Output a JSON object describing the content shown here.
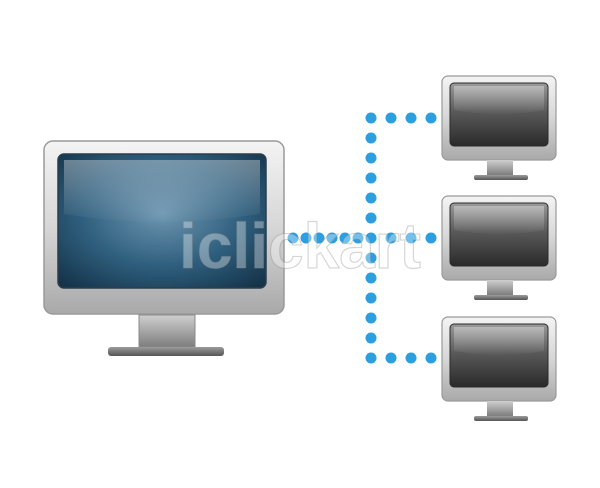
{
  "diagram": {
    "nodes": [
      {
        "id": "main-monitor",
        "type": "monitor",
        "role": "host"
      },
      {
        "id": "client-monitor-1",
        "type": "monitor",
        "role": "client"
      },
      {
        "id": "client-monitor-2",
        "type": "monitor",
        "role": "client"
      },
      {
        "id": "client-monitor-3",
        "type": "monitor",
        "role": "client"
      }
    ],
    "edges": [
      {
        "from": "main-monitor",
        "to": "client-monitor-1",
        "style": "dotted"
      },
      {
        "from": "main-monitor",
        "to": "client-monitor-2",
        "style": "dotted"
      },
      {
        "from": "main-monitor",
        "to": "client-monitor-3",
        "style": "dotted"
      }
    ]
  },
  "colors": {
    "background": "#ffffff",
    "connector_dot": "#2b9fe0",
    "main_screen": "#2f5f7e",
    "client_screen": "#3c3c3c",
    "bezel": "#d8d8d8"
  },
  "watermark": {
    "text": "iclickart"
  }
}
